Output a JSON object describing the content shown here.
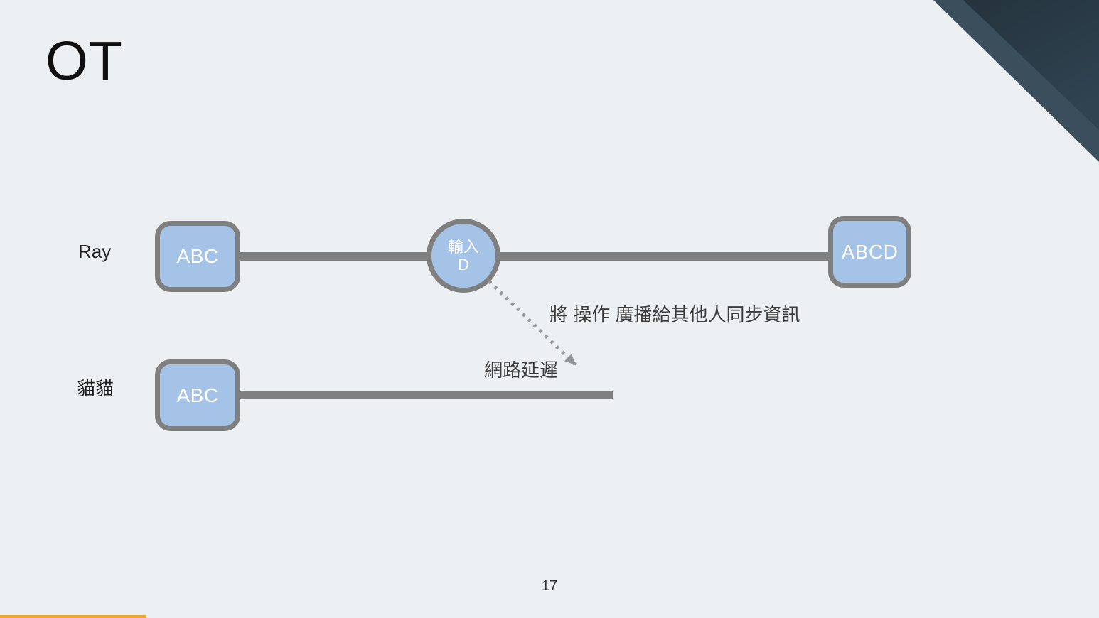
{
  "slide": {
    "title": "OT",
    "page_number": "17",
    "background_color": "#edf0f2",
    "accent_bar_color": "#efa62c",
    "corner_band_color": "#3b4e5c",
    "corner_dark_colors": [
      "#24333e",
      "#2f4350"
    ]
  },
  "diagram": {
    "node_fill_color": "#a5c3e6",
    "node_border_color": "#7f7f7f",
    "timeline_color": "#7f7f7f",
    "arrow_color": "#98999b",
    "rows": {
      "ray": {
        "label": "Ray",
        "start_box": "ABC",
        "input_circle": {
          "line1": "輸入",
          "line2": "D"
        },
        "end_box": "ABCD"
      },
      "cat": {
        "label": "貓貓",
        "start_box": "ABC"
      }
    },
    "annotations": {
      "broadcast": "將 操作 廣播給其他人同步資訊",
      "network_latency": "網路延遲"
    }
  }
}
